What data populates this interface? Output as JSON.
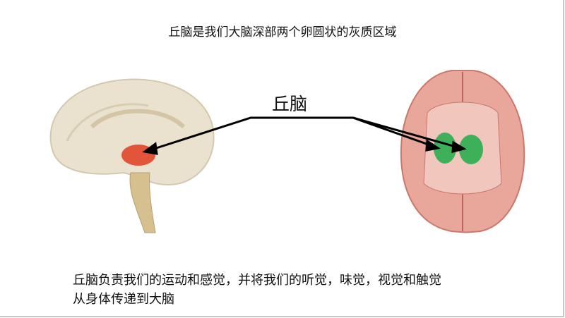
{
  "slide": {
    "title": "丘脑是我们大脑深部两个卵圆状的灰质区域",
    "label": "丘脑",
    "description_line1": "丘脑负责我们的运动和感觉，并将我们的听觉，味觉，视觉和触觉",
    "description_line2": "从身体传递到大脑"
  },
  "colors": {
    "thalamus_side": "#e2553a",
    "thalamus_top": "#3fb05a",
    "brain_top": "#e8a79a",
    "brain_side": "#e6dcc4"
  }
}
